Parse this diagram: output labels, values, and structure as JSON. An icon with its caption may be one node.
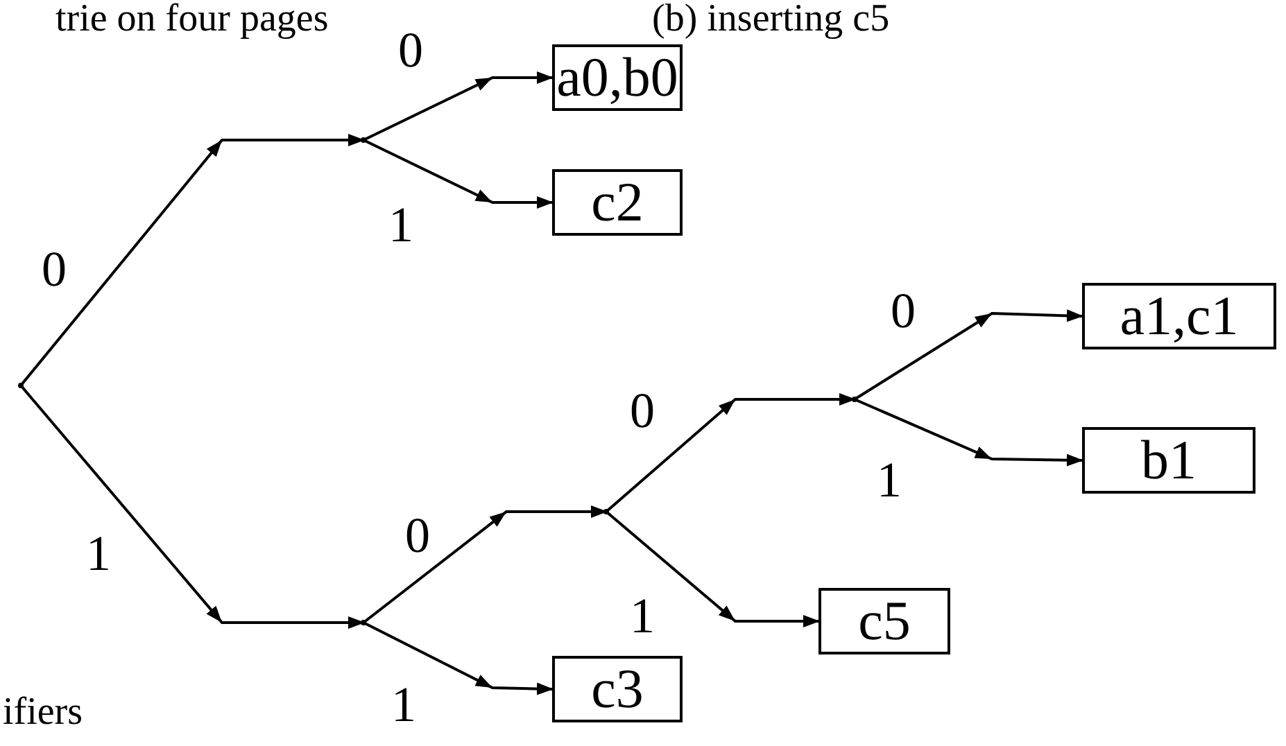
{
  "diagram": {
    "nodes": [
      {
        "text": [],
        "shape": "point"
      },
      {
        "text": [],
        "shape": "point"
      },
      {
        "text": [
          "a0,b0"
        ]
      },
      {
        "text": [
          "c2"
        ]
      },
      {
        "text": [],
        "shape": "point"
      },
      {
        "text": [],
        "shape": "point"
      },
      {
        "text": [
          "a1,c1"
        ]
      },
      {
        "text": [
          "b1"
        ]
      },
      {
        "text": [
          "c5"
        ]
      },
      {
        "text": [],
        "shape": "point"
      },
      {
        "text": [
          "c3"
        ]
      }
    ],
    "edges": [
      {
        "from": 0,
        "to": 1,
        "arrow": "to",
        "label": "0"
      },
      {
        "from": 0,
        "to": 9,
        "arrow": "to",
        "label": "1"
      },
      {
        "from": 1,
        "to": 2,
        "arrow": "to",
        "label": "0"
      },
      {
        "from": 1,
        "to": 3,
        "arrow": "to",
        "label": "1"
      },
      {
        "from": 9,
        "to": 4,
        "arrow": "to",
        "label": "0"
      },
      {
        "from": 9,
        "to": 10,
        "arrow": "to",
        "label": "1"
      },
      {
        "from": 4,
        "to": 5,
        "arrow": "to",
        "label": "0"
      },
      {
        "from": 4,
        "to": 8,
        "arrow": "to",
        "label": "1"
      },
      {
        "from": 5,
        "to": 6,
        "arrow": "to",
        "label": "0"
      },
      {
        "from": 5,
        "to": 7,
        "arrow": "to",
        "label": "1"
      }
    ],
    "labels": [
      "trie on four pages",
      "(b) inserting c5",
      "ifiers"
    ]
  }
}
